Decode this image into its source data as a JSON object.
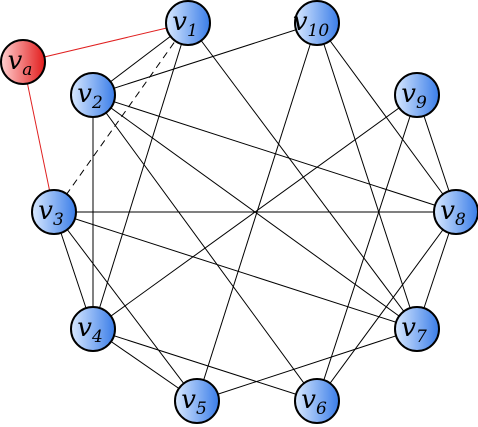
{
  "graph": {
    "nodes": [
      {
        "id": "va",
        "label": "v",
        "sub": "a",
        "kind": "special"
      },
      {
        "id": "v1",
        "label": "v",
        "sub": "1",
        "kind": "normal"
      },
      {
        "id": "v2",
        "label": "v",
        "sub": "2",
        "kind": "normal"
      },
      {
        "id": "v3",
        "label": "v",
        "sub": "3",
        "kind": "normal"
      },
      {
        "id": "v4",
        "label": "v",
        "sub": "4",
        "kind": "normal"
      },
      {
        "id": "v5",
        "label": "v",
        "sub": "5",
        "kind": "normal"
      },
      {
        "id": "v6",
        "label": "v",
        "sub": "6",
        "kind": "normal"
      },
      {
        "id": "v7",
        "label": "v",
        "sub": "7",
        "kind": "normal"
      },
      {
        "id": "v8",
        "label": "v",
        "sub": "8",
        "kind": "normal"
      },
      {
        "id": "v9",
        "label": "v",
        "sub": "9",
        "kind": "normal"
      },
      {
        "id": "v10",
        "label": "v",
        "sub": "10",
        "kind": "normal"
      }
    ],
    "edges": [
      {
        "from": "va",
        "to": "v1",
        "style": "red"
      },
      {
        "from": "va",
        "to": "v3",
        "style": "red"
      },
      {
        "from": "v1",
        "to": "v2",
        "style": "solid"
      },
      {
        "from": "v1",
        "to": "v3",
        "style": "dashed"
      },
      {
        "from": "v1",
        "to": "v4",
        "style": "solid"
      },
      {
        "from": "v1",
        "to": "v7",
        "style": "solid"
      },
      {
        "from": "v2",
        "to": "v10",
        "style": "solid"
      },
      {
        "from": "v2",
        "to": "v4",
        "style": "solid"
      },
      {
        "from": "v2",
        "to": "v6",
        "style": "solid"
      },
      {
        "from": "v2",
        "to": "v7",
        "style": "solid"
      },
      {
        "from": "v2",
        "to": "v8",
        "style": "solid"
      },
      {
        "from": "v3",
        "to": "v8",
        "style": "solid"
      },
      {
        "from": "v3",
        "to": "v7",
        "style": "solid"
      },
      {
        "from": "v3",
        "to": "v4",
        "style": "solid"
      },
      {
        "from": "v3",
        "to": "v5",
        "style": "solid"
      },
      {
        "from": "v4",
        "to": "v9",
        "style": "solid"
      },
      {
        "from": "v4",
        "to": "v5",
        "style": "solid"
      },
      {
        "from": "v4",
        "to": "v6",
        "style": "solid"
      },
      {
        "from": "v5",
        "to": "v10",
        "style": "solid"
      },
      {
        "from": "v5",
        "to": "v7",
        "style": "solid"
      },
      {
        "from": "v6",
        "to": "v9",
        "style": "solid"
      },
      {
        "from": "v6",
        "to": "v8",
        "style": "solid"
      },
      {
        "from": "v7",
        "to": "v8",
        "style": "solid"
      },
      {
        "from": "v7",
        "to": "v10",
        "style": "solid"
      },
      {
        "from": "v8",
        "to": "v9",
        "style": "solid"
      },
      {
        "from": "v8",
        "to": "v10",
        "style": "solid"
      }
    ]
  },
  "colors": {
    "node_light": "#d9e9ff",
    "node_dark": "#3a7de8",
    "special_light": "#ffd0d0",
    "special_dark": "#e21b1b",
    "edge": "#000000",
    "special_edge": "#e02020",
    "stroke": "#000000"
  }
}
